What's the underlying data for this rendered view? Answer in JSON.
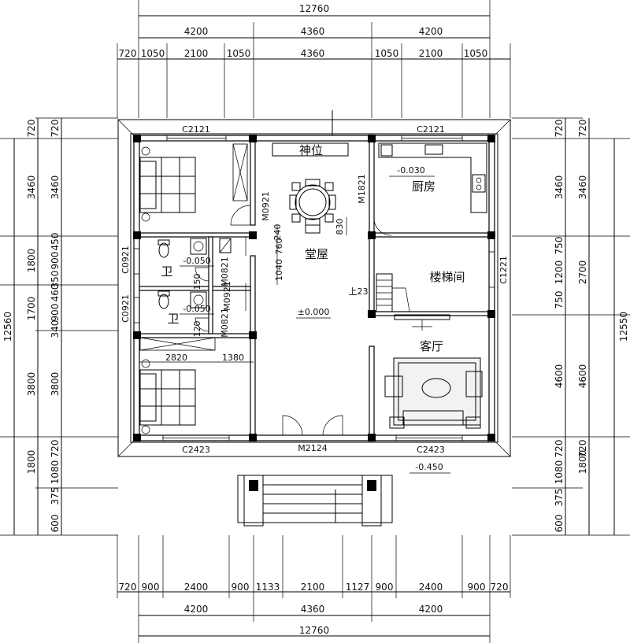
{
  "dims": {
    "top_total": "12760",
    "top_row2": [
      "4200",
      "4360",
      "4200"
    ],
    "top_row3": [
      "720",
      "1050",
      "2100",
      "1050",
      "4360",
      "1050",
      "2100",
      "1050"
    ],
    "bottom_total": "12760",
    "bottom_row2": [
      "4200",
      "4360",
      "4200"
    ],
    "bottom_row1": [
      "720",
      "900",
      "2400",
      "900",
      "1133",
      "2100",
      "1127",
      "900",
      "2400",
      "900",
      "720"
    ],
    "left_total": "12560",
    "left_outer": [
      "720",
      "3460",
      "1800",
      "1700",
      "3800",
      "1800",
      "600"
    ],
    "left_inner": [
      "720",
      "3460",
      "450",
      "900",
      "350",
      "460",
      "900",
      "340",
      "3800",
      "720",
      "1080",
      "375"
    ],
    "right_total": "12550",
    "right_outer": [
      "720",
      "3460",
      "2700",
      "4600",
      "720",
      "1800",
      "600"
    ],
    "right_inner": [
      "720",
      "3460",
      "750",
      "1200",
      "750",
      "4600",
      "720",
      "1080",
      "375"
    ]
  },
  "labels": {
    "win_c2121_left": "C2121",
    "win_c2121_right": "C2121",
    "win_c2423_left": "C2423",
    "win_c2423_right": "C2423",
    "door_m2124": "M2124",
    "door_m1821": "M1821",
    "door_m0921_a": "M0921",
    "door_m0921_b": "M0921",
    "door_m0821_a": "M0821",
    "door_m0821_b": "M0821",
    "win_c0921_a": "C0921",
    "win_c0921_b": "C0921",
    "win_c1221": "C1221",
    "dim_240": "240",
    "dim_760": "760",
    "dim_1040": "1040",
    "dim_830": "830",
    "dim_2820": "2820",
    "dim_1380": "1380",
    "dim_150": "150",
    "dim_120": "120",
    "elev_kitchen": "-0.030",
    "elev_bath1": "-0.050",
    "elev_bath2": "-0.050",
    "elev_main": "±0.000",
    "elev_porch": "-0.450",
    "stair_up": "上23"
  },
  "rooms": {
    "shrine": "神位",
    "kitchen": "厨房",
    "hall": "堂屋",
    "stair": "楼梯间",
    "living": "客厅",
    "bath1": "卫",
    "bath2": "卫"
  }
}
